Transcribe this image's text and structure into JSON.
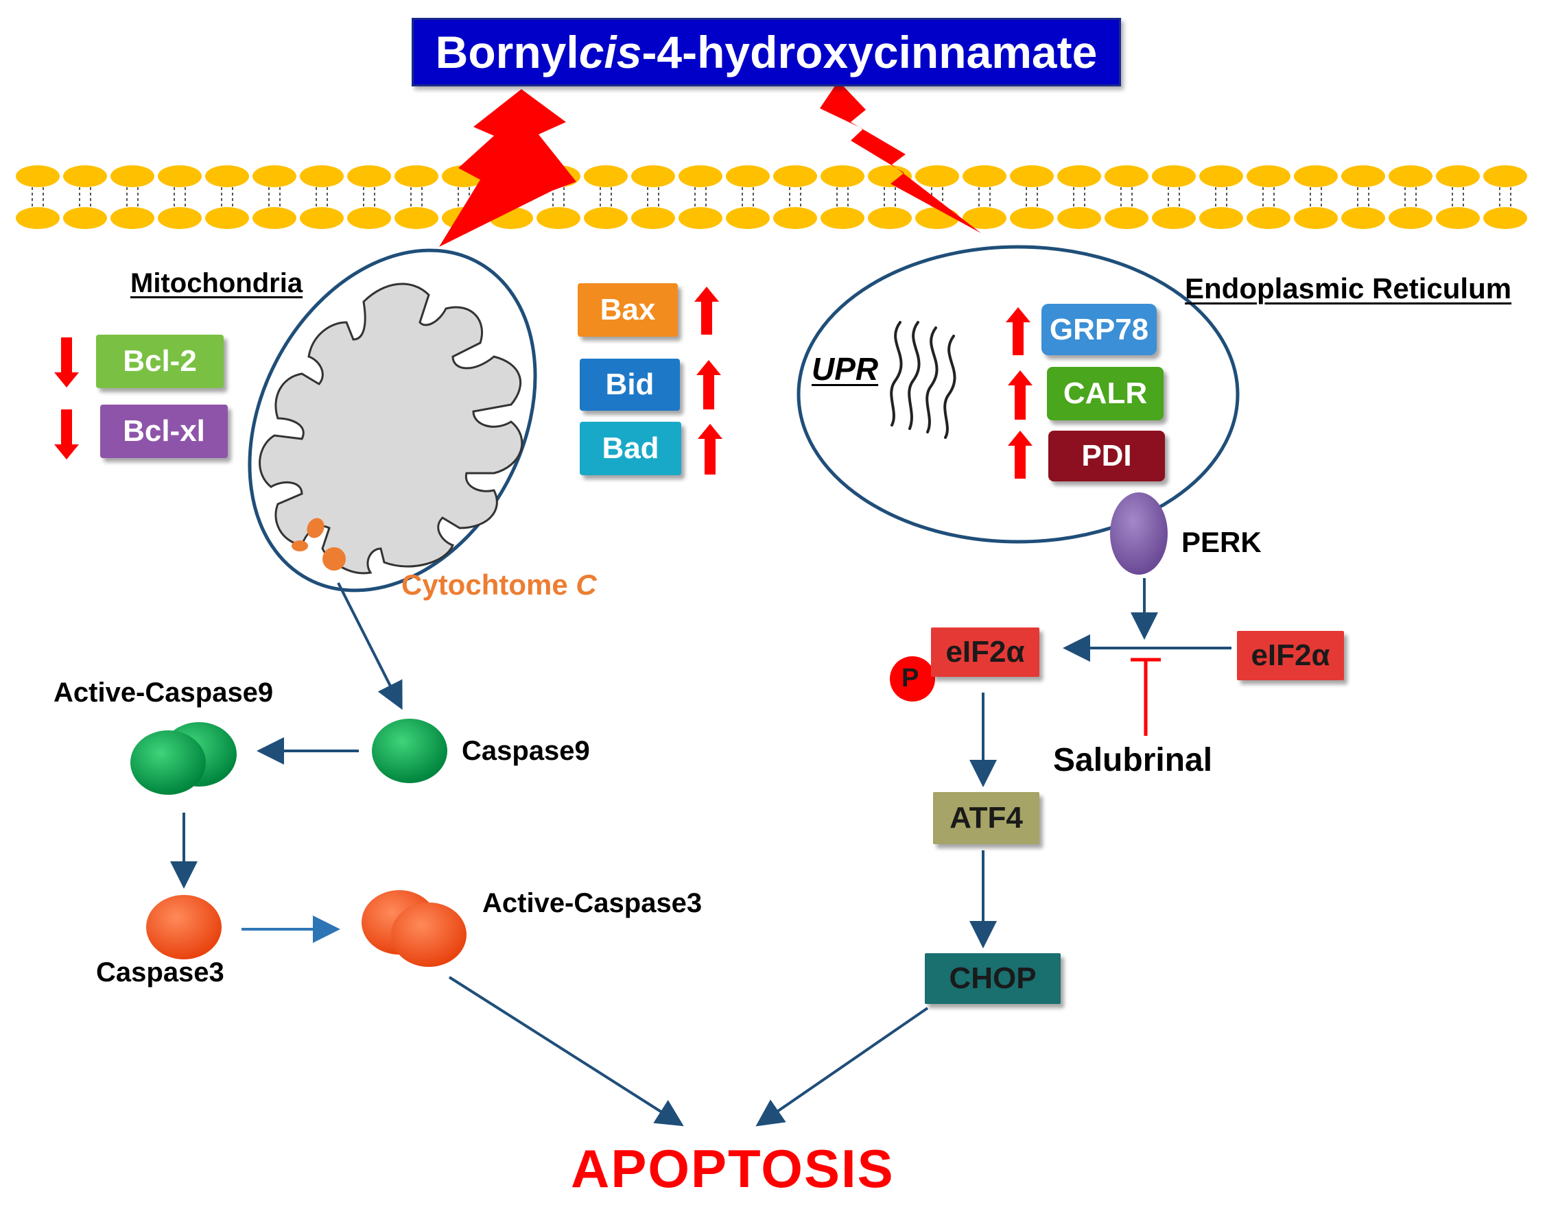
{
  "title": {
    "pre": "Bornyl ",
    "italic": "cis",
    "post": "-4-hydroxycinnamate"
  },
  "mito": {
    "label": "Mitochondria",
    "down_boxes": [
      {
        "name": "bcl2",
        "text": "Bcl-2",
        "color": "#7ac143"
      },
      {
        "name": "bclxl",
        "text": "Bcl-xl",
        "color": "#8e54a9"
      }
    ],
    "up_boxes": [
      {
        "name": "bax",
        "text": "Bax",
        "color": "#f28c1e"
      },
      {
        "name": "bid",
        "text": "Bid",
        "color": "#1e78c8"
      },
      {
        "name": "bad",
        "text": "Bad",
        "color": "#19a9c8"
      }
    ],
    "cytochrome_c": {
      "pre": "Cytochtome ",
      "italic": "C"
    }
  },
  "er": {
    "label": "Endoplasmic Reticulum",
    "upr": "UPR",
    "boxes": [
      {
        "name": "grp78",
        "text": "GRP78",
        "color": "#3a8fd6"
      },
      {
        "name": "calr",
        "text": "CALR",
        "color": "#4aa61c"
      },
      {
        "name": "pdi",
        "text": "PDI",
        "color": "#8c1020"
      }
    ],
    "perk": "PERK"
  },
  "pathway_right": {
    "eif2a_p": "eIF2α",
    "eif2a": "eIF2α",
    "phospho": "P",
    "salubrinal": "Salubrinal",
    "atf4": "ATF4",
    "chop": "CHOP"
  },
  "pathway_left": {
    "active_caspase9": "Active-Caspase9",
    "caspase9": "Caspase9",
    "caspase3": "Caspase3",
    "active_caspase3": "Active-Caspase3"
  },
  "apoptosis": "APOPTOSIS",
  "colors": {
    "lipid": "#ffc000",
    "arrow": "#1f4e79",
    "arrow_light": "#2e75b6",
    "up_down": "#ff0000",
    "bolt": "#ff0000",
    "caspase9": "#00a650",
    "caspase3": "#ff5a1f",
    "perk": "#7f5fa8",
    "atf4": "#a6a466",
    "chop": "#1a6f6f",
    "eif2a": "#e53935",
    "apoptosis": "#ff0000"
  }
}
